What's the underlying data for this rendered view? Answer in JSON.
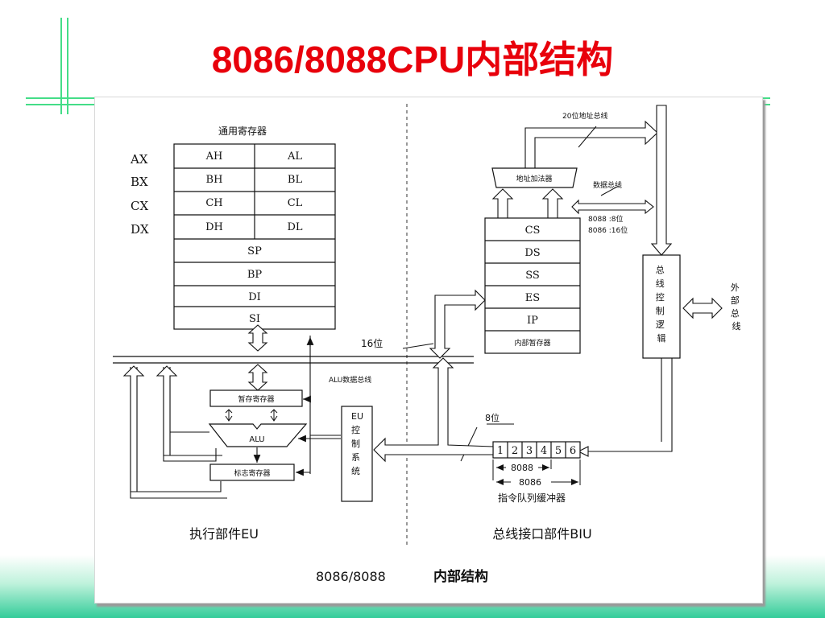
{
  "slide": {
    "title": "8086/8088CPU内部结构"
  },
  "eu": {
    "general_registers_label": "通用寄存器",
    "reg_names": [
      "AX",
      "BX",
      "CX",
      "DX"
    ],
    "high_regs": [
      "AH",
      "BH",
      "CH",
      "DH"
    ],
    "low_regs": [
      "AL",
      "BL",
      "CL",
      "DL"
    ],
    "pointer_regs": [
      "SP",
      "BP",
      "DI",
      "SI"
    ],
    "bus_width_label": "16位",
    "alu_bus_label": "ALU数据总线",
    "temp_register": "暂存寄存器",
    "alu": "ALU",
    "flag_register": "标志寄存器",
    "control_system_label": "EU控制系统",
    "section_label": "执行部件EU"
  },
  "biu": {
    "address_bus_label": "20位地址总线",
    "address_adder": "地址加法器",
    "data_bus_label": "数据总线",
    "bus_width_8088": "8088 :8位",
    "bus_width_8086": "8086 :16位",
    "segment_regs": [
      "CS",
      "DS",
      "SS",
      "ES",
      "IP"
    ],
    "internal_temp": "内部暂存器",
    "bus_control_logic": "总线控制逻辑",
    "external_bus": "外部总线",
    "queue_width_label": "8位",
    "queue_slots": [
      "1",
      "2",
      "3",
      "4",
      "5",
      "6"
    ],
    "queue_8088": "8088",
    "queue_8086": "8086",
    "queue_label": "指令队列缓冲器",
    "section_label": "总线接口部件BIU"
  },
  "caption": {
    "model": "8086/8088",
    "text": "内部结构"
  },
  "colors": {
    "title": "#e8000b",
    "accent": "#33cc99",
    "deco": "#44dd88"
  }
}
